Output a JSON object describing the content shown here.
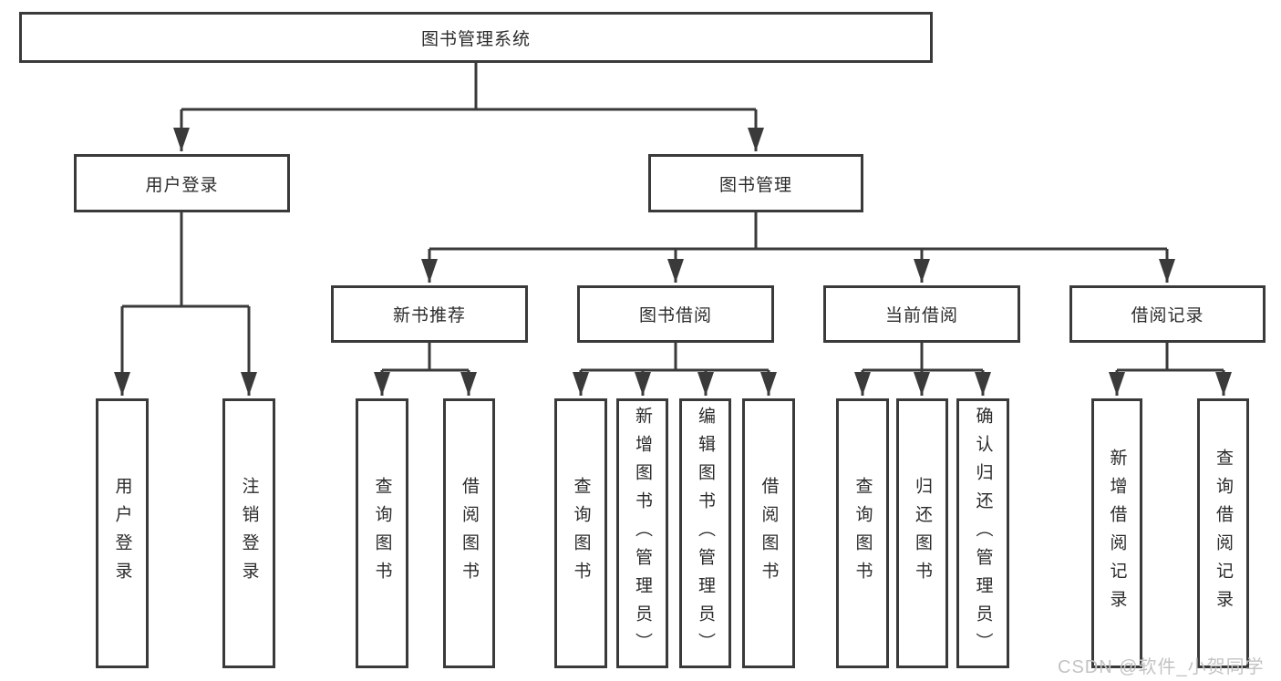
{
  "tree": {
    "label": "图书管理系统",
    "children": [
      {
        "label": "用户登录",
        "children": [
          {
            "label": "用户登录"
          },
          {
            "label": "注销登录"
          }
        ]
      },
      {
        "label": "图书管理",
        "children": [
          {
            "label": "新书推荐",
            "children": [
              {
                "label": "查询图书"
              },
              {
                "label": "借阅图书"
              }
            ]
          },
          {
            "label": "图书借阅",
            "children": [
              {
                "label": "查询图书"
              },
              {
                "label": "新增图书（管理员）"
              },
              {
                "label": "编辑图书（管理员）"
              },
              {
                "label": "借阅图书"
              }
            ]
          },
          {
            "label": "当前借阅",
            "children": [
              {
                "label": "查询图书"
              },
              {
                "label": "归还图书"
              },
              {
                "label": "确认归还（管理员）"
              }
            ]
          },
          {
            "label": "借阅记录",
            "children": [
              {
                "label": "新增借阅记录"
              },
              {
                "label": "查询借阅记录"
              }
            ]
          }
        ]
      }
    ]
  },
  "watermark": {
    "text": "CSDN @软件_小贺同学"
  },
  "colors": {
    "border": "#3a3a3a",
    "line": "#3a3a3a",
    "text": "#2b2b2b",
    "watermark": "#c3c3c3",
    "background": "#ffffff"
  }
}
